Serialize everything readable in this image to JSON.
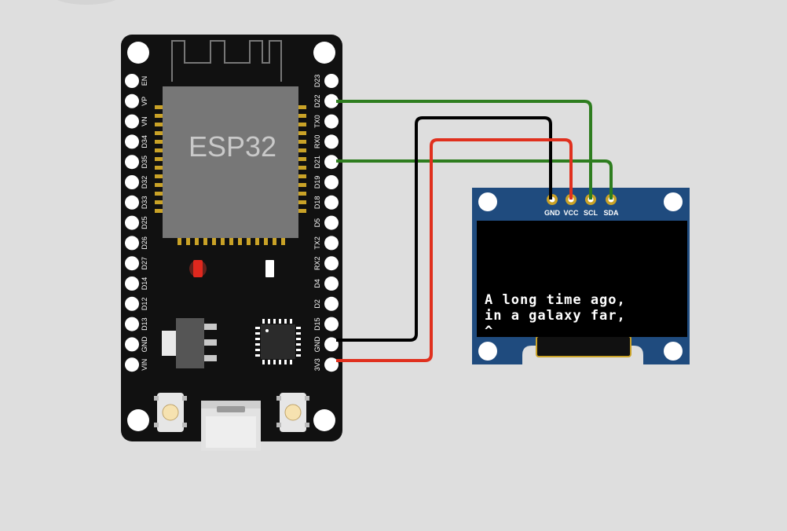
{
  "esp32": {
    "chip_label": "ESP32",
    "left_pins": [
      "EN",
      "VP",
      "VN",
      "D34",
      "D35",
      "D32",
      "D33",
      "D25",
      "D26",
      "D27",
      "D14",
      "D12",
      "D13",
      "GND",
      "VIN"
    ],
    "right_pins": [
      "D23",
      "D22",
      "TX0",
      "RX0",
      "D21",
      "D19",
      "D18",
      "D5",
      "TX2",
      "RX2",
      "D4",
      "D2",
      "D15",
      "GND",
      "3V3"
    ]
  },
  "oled": {
    "pins": [
      "GND",
      "VCC",
      "SCL",
      "SDA"
    ],
    "lines": [
      "A long time ago,",
      "in a galaxy far,"
    ]
  },
  "wires": [
    {
      "from": "D22",
      "to": "SCL",
      "color": "#2e7d1f"
    },
    {
      "from": "D21",
      "to": "SDA",
      "color": "#2e7d1f"
    },
    {
      "from": "GND",
      "to": "GND",
      "color": "#000000"
    },
    {
      "from": "3V3",
      "to": "VCC",
      "color": "#e0301e"
    }
  ]
}
